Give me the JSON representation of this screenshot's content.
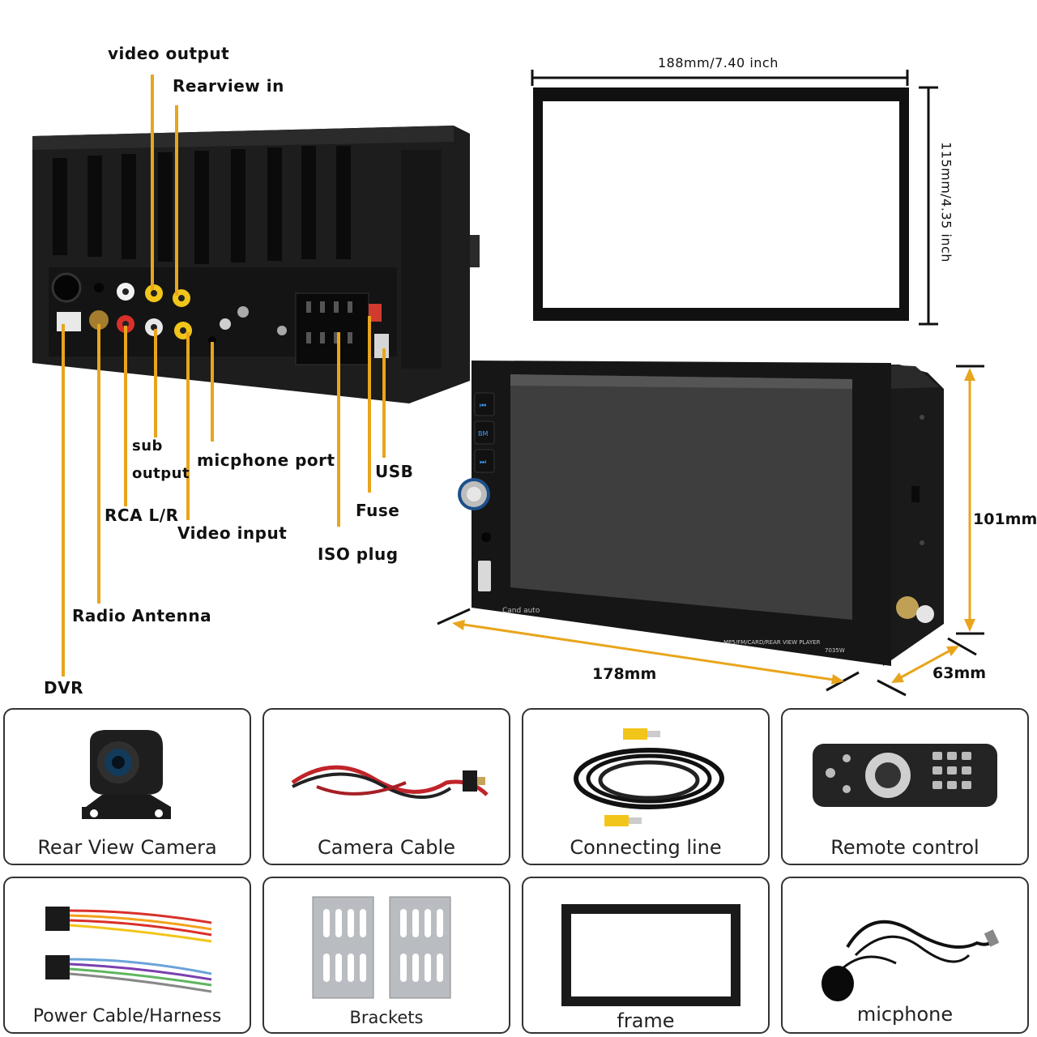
{
  "callouts": {
    "video_output": "video output",
    "rearview_in": "Rearview in",
    "sub_output_1": "sub",
    "sub_output_2": "output",
    "micphone_port": "micphone port",
    "usb": "USB",
    "fuse": "Fuse",
    "rca_lr": "RCA L/R",
    "video_input": "Video input",
    "iso_plug": "ISO plug",
    "radio_antenna": "Radio Antenna",
    "dvr": "DVR"
  },
  "dimensions": {
    "frame_width": "188mm/7.40 inch",
    "frame_height": "115mm/4.35 inch",
    "unit_height": "101mm",
    "unit_width": "178mm",
    "unit_depth": "63mm"
  },
  "device_text": {
    "brand": "Cand auto",
    "model_line": "MP5/FM/CARD/REAR VIEW PLAYER",
    "model_no": "7035W",
    "btn_bm": "BM"
  },
  "accessories": [
    {
      "label": "Rear View Camera"
    },
    {
      "label": "Camera Cable"
    },
    {
      "label": "Connecting line"
    },
    {
      "label": "Remote control"
    },
    {
      "label": "Power Cable/Harness"
    },
    {
      "label": "Brackets"
    },
    {
      "label": "frame"
    },
    {
      "label": "micphone"
    }
  ],
  "colors": {
    "callout_line": "#e8a51c",
    "dimension_arrow": "#e8a51c",
    "device_body": "#1c1c1c",
    "card_border": "#333333"
  }
}
